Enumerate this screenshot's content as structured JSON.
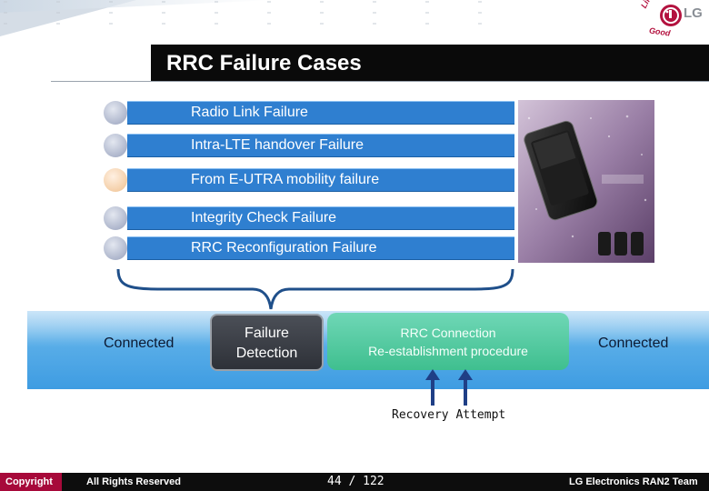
{
  "slide": {
    "title": "RRC Failure Cases"
  },
  "logo": {
    "brand": "LG",
    "slogan_line1": "Life's",
    "slogan_line2": "Good"
  },
  "failure_cases": [
    {
      "label": "Radio Link Failure"
    },
    {
      "label": "Intra-LTE handover Failure"
    },
    {
      "label": "From E-UTRA mobility failure"
    },
    {
      "label": "Integrity Check Failure"
    },
    {
      "label": "RRC Reconfiguration Failure"
    }
  ],
  "process": {
    "state_left": "Connected",
    "detection_line1": "Failure",
    "detection_line2": "Detection",
    "procedure_line1": "RRC Connection",
    "procedure_line2": "Re-establishment procedure",
    "state_right": "Connected",
    "recovery_label": "Recovery Attempt"
  },
  "footer": {
    "copyright": "Copyright",
    "rights": "All Rights Reserved",
    "page": "44 / 122",
    "team": "LG Electronics RAN2 Team"
  },
  "colors": {
    "case_bar": "#2f7fd0",
    "title_bar": "#0a0a0a",
    "process_band": "#5aaee8",
    "detection_box": "#3a3d44",
    "procedure_box": "#4fc79c",
    "footer_accent": "#a7093a"
  }
}
